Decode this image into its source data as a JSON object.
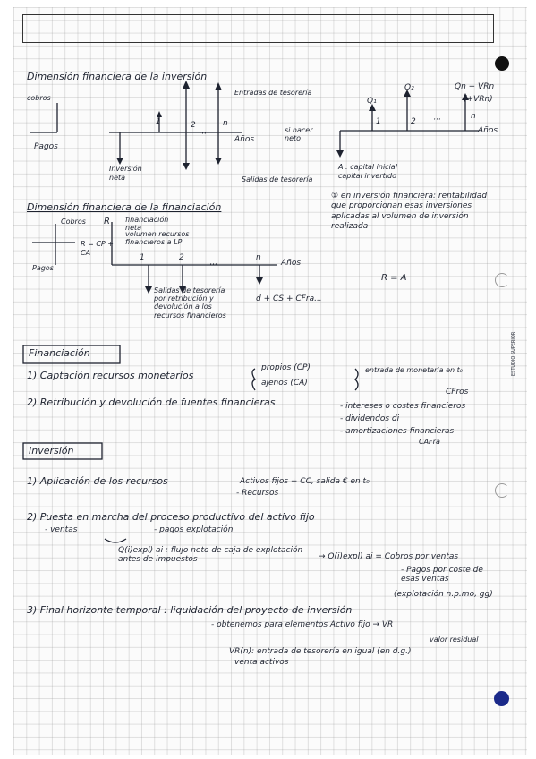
{
  "section1": {
    "title": "Dimensión financiera de la inversión",
    "cobros": "cobros",
    "pagos": "Pagos",
    "entradas": "Entradas de tesorería",
    "inversion_neta": "Inversión neta",
    "salidas": "Salidas de tesorería",
    "anos": "Años",
    "si_hacer": "si hacer neto",
    "t1": "1",
    "t2": "2",
    "tn": "n",
    "dots": "···"
  },
  "section1b": {
    "q1": "Q₁",
    "q2": "Q₂",
    "qn": "Qn + VRn",
    "qn2": "(+VRn)",
    "a_label": "A : capital inicial capital invertido",
    "point1": "① en inversión financiera: rentabilidad que proporcionan esas inversiones aplicadas al volumen de inversión realizada",
    "eq": "R = A"
  },
  "section2": {
    "title": "Dimensión financiera de la financiación",
    "cobros": "Cobros",
    "r": "R",
    "fin_neta": "financiación neta",
    "vol": "volumen recursos financieros a LP",
    "rcp": "R = CP + CA",
    "pagos": "Pagos",
    "salidas": "Salidas de tesorería por retribución y devolución a los recursos financieros",
    "formula": "d + CS + CFra...",
    "anos": "Años"
  },
  "financiacion": {
    "heading": "Financiación",
    "item1": "1) Captación recursos monetarios",
    "propios": "propios (CP)",
    "ajenos": "ajenos (CA)",
    "entrada": "entrada de monetaria en t₀",
    "item2": "2) Retribución y devolución de fuentes financieras",
    "cfros": "CFros",
    "intereses": "- intereses o costes financieros",
    "dividendos": "- dividendos  di",
    "amort": "- amortizaciones financieras",
    "cafra": "CAFra"
  },
  "inversion": {
    "heading": "Inversión",
    "item1": "1) Aplicación de los recursos",
    "activos": "Activos fijos + CC, salida € en t₀",
    "recursos": "- Recursos",
    "item2": "2) Puesta en marcha del proceso productivo del activo fijo",
    "ventas": "- ventas",
    "pagos_exp": "- pagos explotación",
    "qi": "Q(i)expl) ai : flujo neto de caja de explotación antes de impuestos",
    "qi2": "→ Q(i)expl) ai = Cobros por ventas",
    "pagos_coste": "- Pagos por coste de esas ventas",
    "explot": "(explotación n.p.mo, gg)",
    "item3": "3) Final horizonte temporal : liquidación del proyecto de inversión",
    "obtenemos": "- obtenemos para elementos Activo fijo → VR",
    "valor_res": "valor residual",
    "vr": "VR(n): entrada de tesorería en igual (en d.g.)",
    "venta": "venta activos"
  },
  "side_label": "ESTUDIO SUPERIOR"
}
